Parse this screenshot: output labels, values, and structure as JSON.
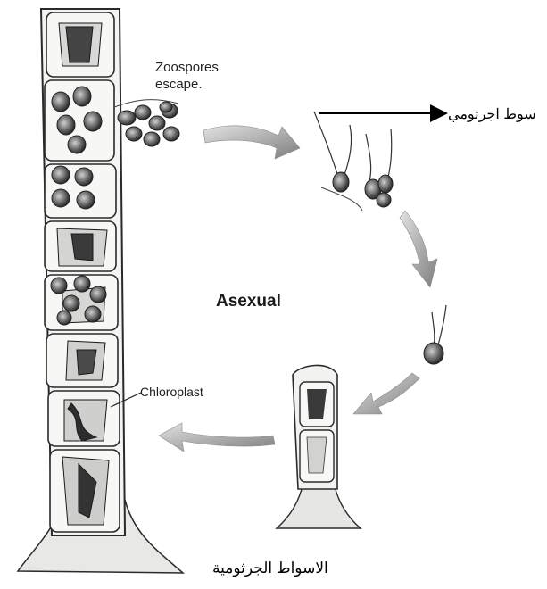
{
  "labels": {
    "zoospores_line1": "Zoospores",
    "zoospores_line2": "escape.",
    "asexual": "Asexual",
    "chloroplast": "Chloroplast",
    "arabic_zoospore": "سوط اجرثومي",
    "arabic_caption": "الاسواط الجرثومية"
  },
  "colors": {
    "ink": "#2a2a2a",
    "cell_fill": "#f4f4f2",
    "cell_wall": "#efefed",
    "chloroplast": "#3c3c3c",
    "cycle_arrow": "#9a9a9a",
    "pointer_arrow": "#000000"
  },
  "icons": [
    "cycle-arrow-icon",
    "pointer-arrow-icon"
  ]
}
